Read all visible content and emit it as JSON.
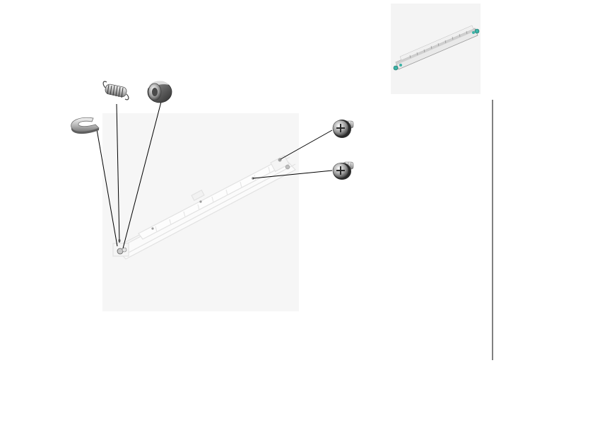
{
  "diagram": {
    "type": "exploded-parts-view",
    "assembly": "rail-assembly",
    "parts": [
      {
        "id": "e-ring",
        "icon": "e-clip-icon"
      },
      {
        "id": "spring",
        "icon": "coil-spring-icon"
      },
      {
        "id": "bushing",
        "icon": "bushing-icon"
      },
      {
        "id": "screw-upper",
        "icon": "screw-icon"
      },
      {
        "id": "screw-lower",
        "icon": "screw-icon"
      }
    ],
    "thumbnail": {
      "icon": "assembly-thumbnail-icon",
      "accent": "#3bb3a6"
    },
    "colors": {
      "line": "#000000",
      "part_dark": "#6e6e6e",
      "part_light": "#d9d9d9",
      "frame_shadow": "#f4f4f4"
    }
  }
}
